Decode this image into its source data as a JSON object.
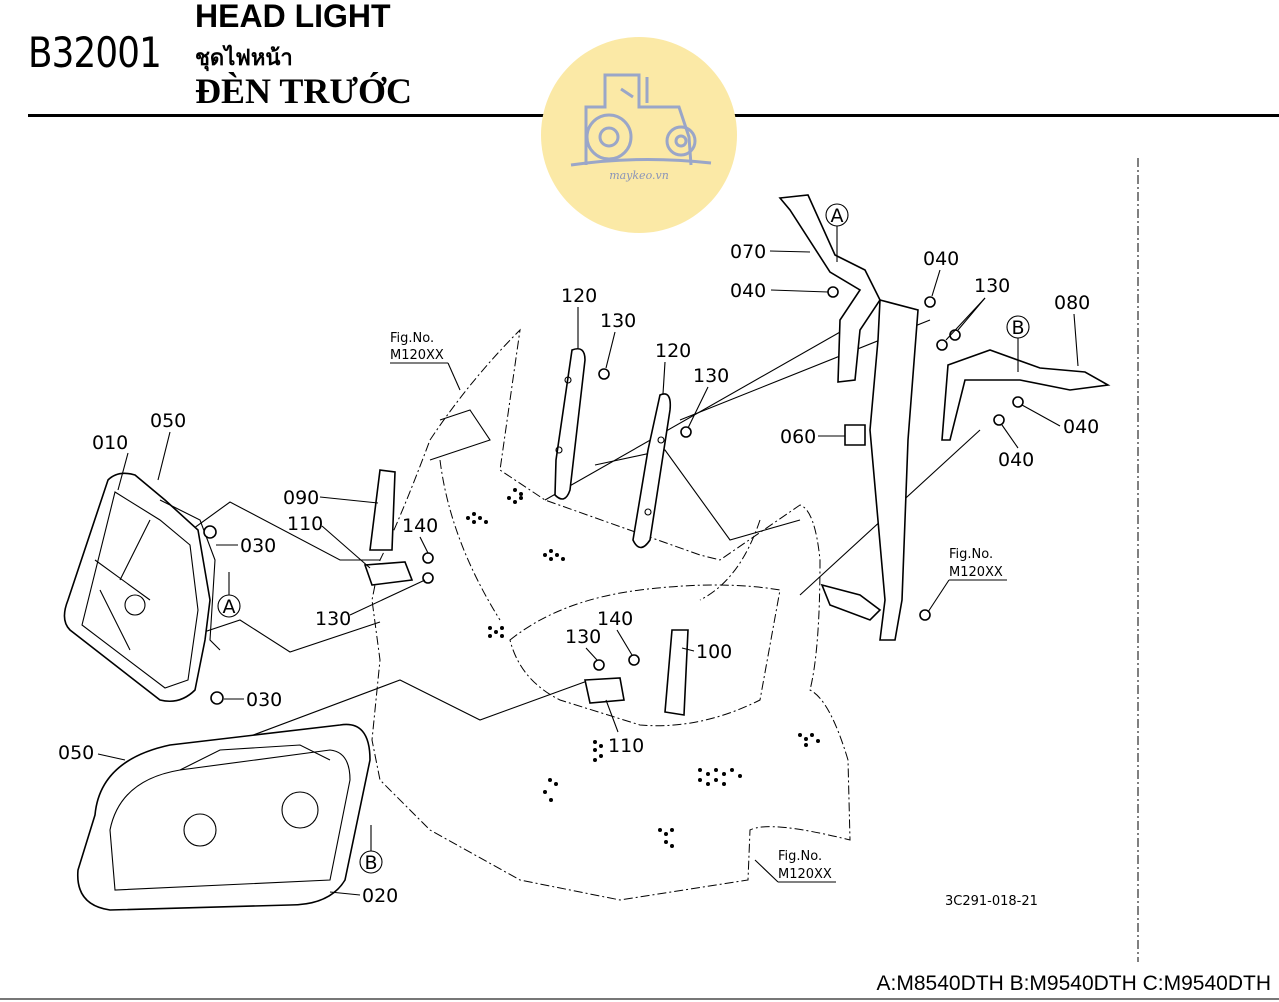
{
  "header": {
    "code": "B32001",
    "title_en": "HEAD LIGHT",
    "title_th": "ชุดไฟหน้า",
    "title_vn": "ĐÈN TRƯỚC"
  },
  "watermark": {
    "text": "maykeo.vn",
    "icon": "tractor-icon",
    "color": "#fbe9a6"
  },
  "part_labels": {
    "p010": "010",
    "p020": "020",
    "p030a": "030",
    "p030b": "030",
    "p040a": "040",
    "p040b": "040",
    "p040c": "040",
    "p040d": "040",
    "p050a": "050",
    "p050b": "050",
    "p060": "060",
    "p070": "070",
    "p080": "080",
    "p090": "090",
    "p100": "100",
    "p110a": "110",
    "p110b": "110",
    "p120a": "120",
    "p120b": "120",
    "p130a": "130",
    "p130b": "130",
    "p130c": "130",
    "p130d": "130",
    "p130e": "130",
    "p140a": "140",
    "p140b": "140"
  },
  "callouts": {
    "a1": "A",
    "a2": "A",
    "b1": "B",
    "b2": "B"
  },
  "fig_refs": [
    {
      "label": "Fig.No.",
      "number": "M120XX"
    },
    {
      "label": "Fig.No.",
      "number": "M120XX"
    },
    {
      "label": "Fig.No.",
      "number": "M120XX"
    }
  ],
  "drawing_code": "3C291-018-21",
  "models": "A:M8540DTH B:M9540DTH C:M9540DTH"
}
